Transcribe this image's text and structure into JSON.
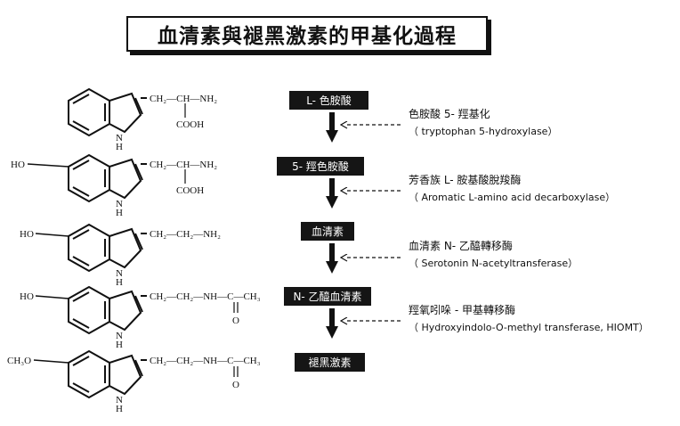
{
  "title": "血清素與褪黑激素的甲基化過程",
  "compounds": [
    {
      "name": "L- 色胺酸",
      "left": "",
      "chain": "CH₂—CH—NH₂",
      "sub": "COOH",
      "tail": "",
      "o": ""
    },
    {
      "name": "5- 羥色胺酸",
      "left": "HO",
      "chain": "CH₂—CH—NH₂",
      "sub": "COOH",
      "tail": "",
      "o": ""
    },
    {
      "name": "血清素",
      "left": "HO",
      "chain": "CH₂—CH₂—NH₂",
      "sub": "",
      "tail": "",
      "o": ""
    },
    {
      "name": "N- 乙醯血清素",
      "left": "HO",
      "chain": "CH₂—CH₂—NH—C—CH₃",
      "sub": "",
      "tail": "",
      "o": "O"
    },
    {
      "name": "褪黑激素",
      "left": "CH₃O",
      "chain": "CH₂—CH₂—NH—C—CH₃",
      "sub": "",
      "tail": "",
      "o": "O"
    }
  ],
  "ring_nh": "N",
  "ring_h": "H",
  "enzymes": [
    {
      "zh": "色胺酸 5- 羥基化",
      "en": "（ tryptophan  5-hydroxylase）"
    },
    {
      "zh": "芳香族 L- 胺基酸脫羧酶",
      "en": "（ Aromatic L-amino acid decarboxylase）"
    },
    {
      "zh": "血清素 N- 乙醯轉移酶",
      "en": "（ Serotonin N-acetyltransferase）"
    },
    {
      "zh": "羥氧吲哚 - 甲基轉移酶",
      "en": "（ Hydroxyindolo-O-methyl transferase, HIOMT）"
    }
  ]
}
